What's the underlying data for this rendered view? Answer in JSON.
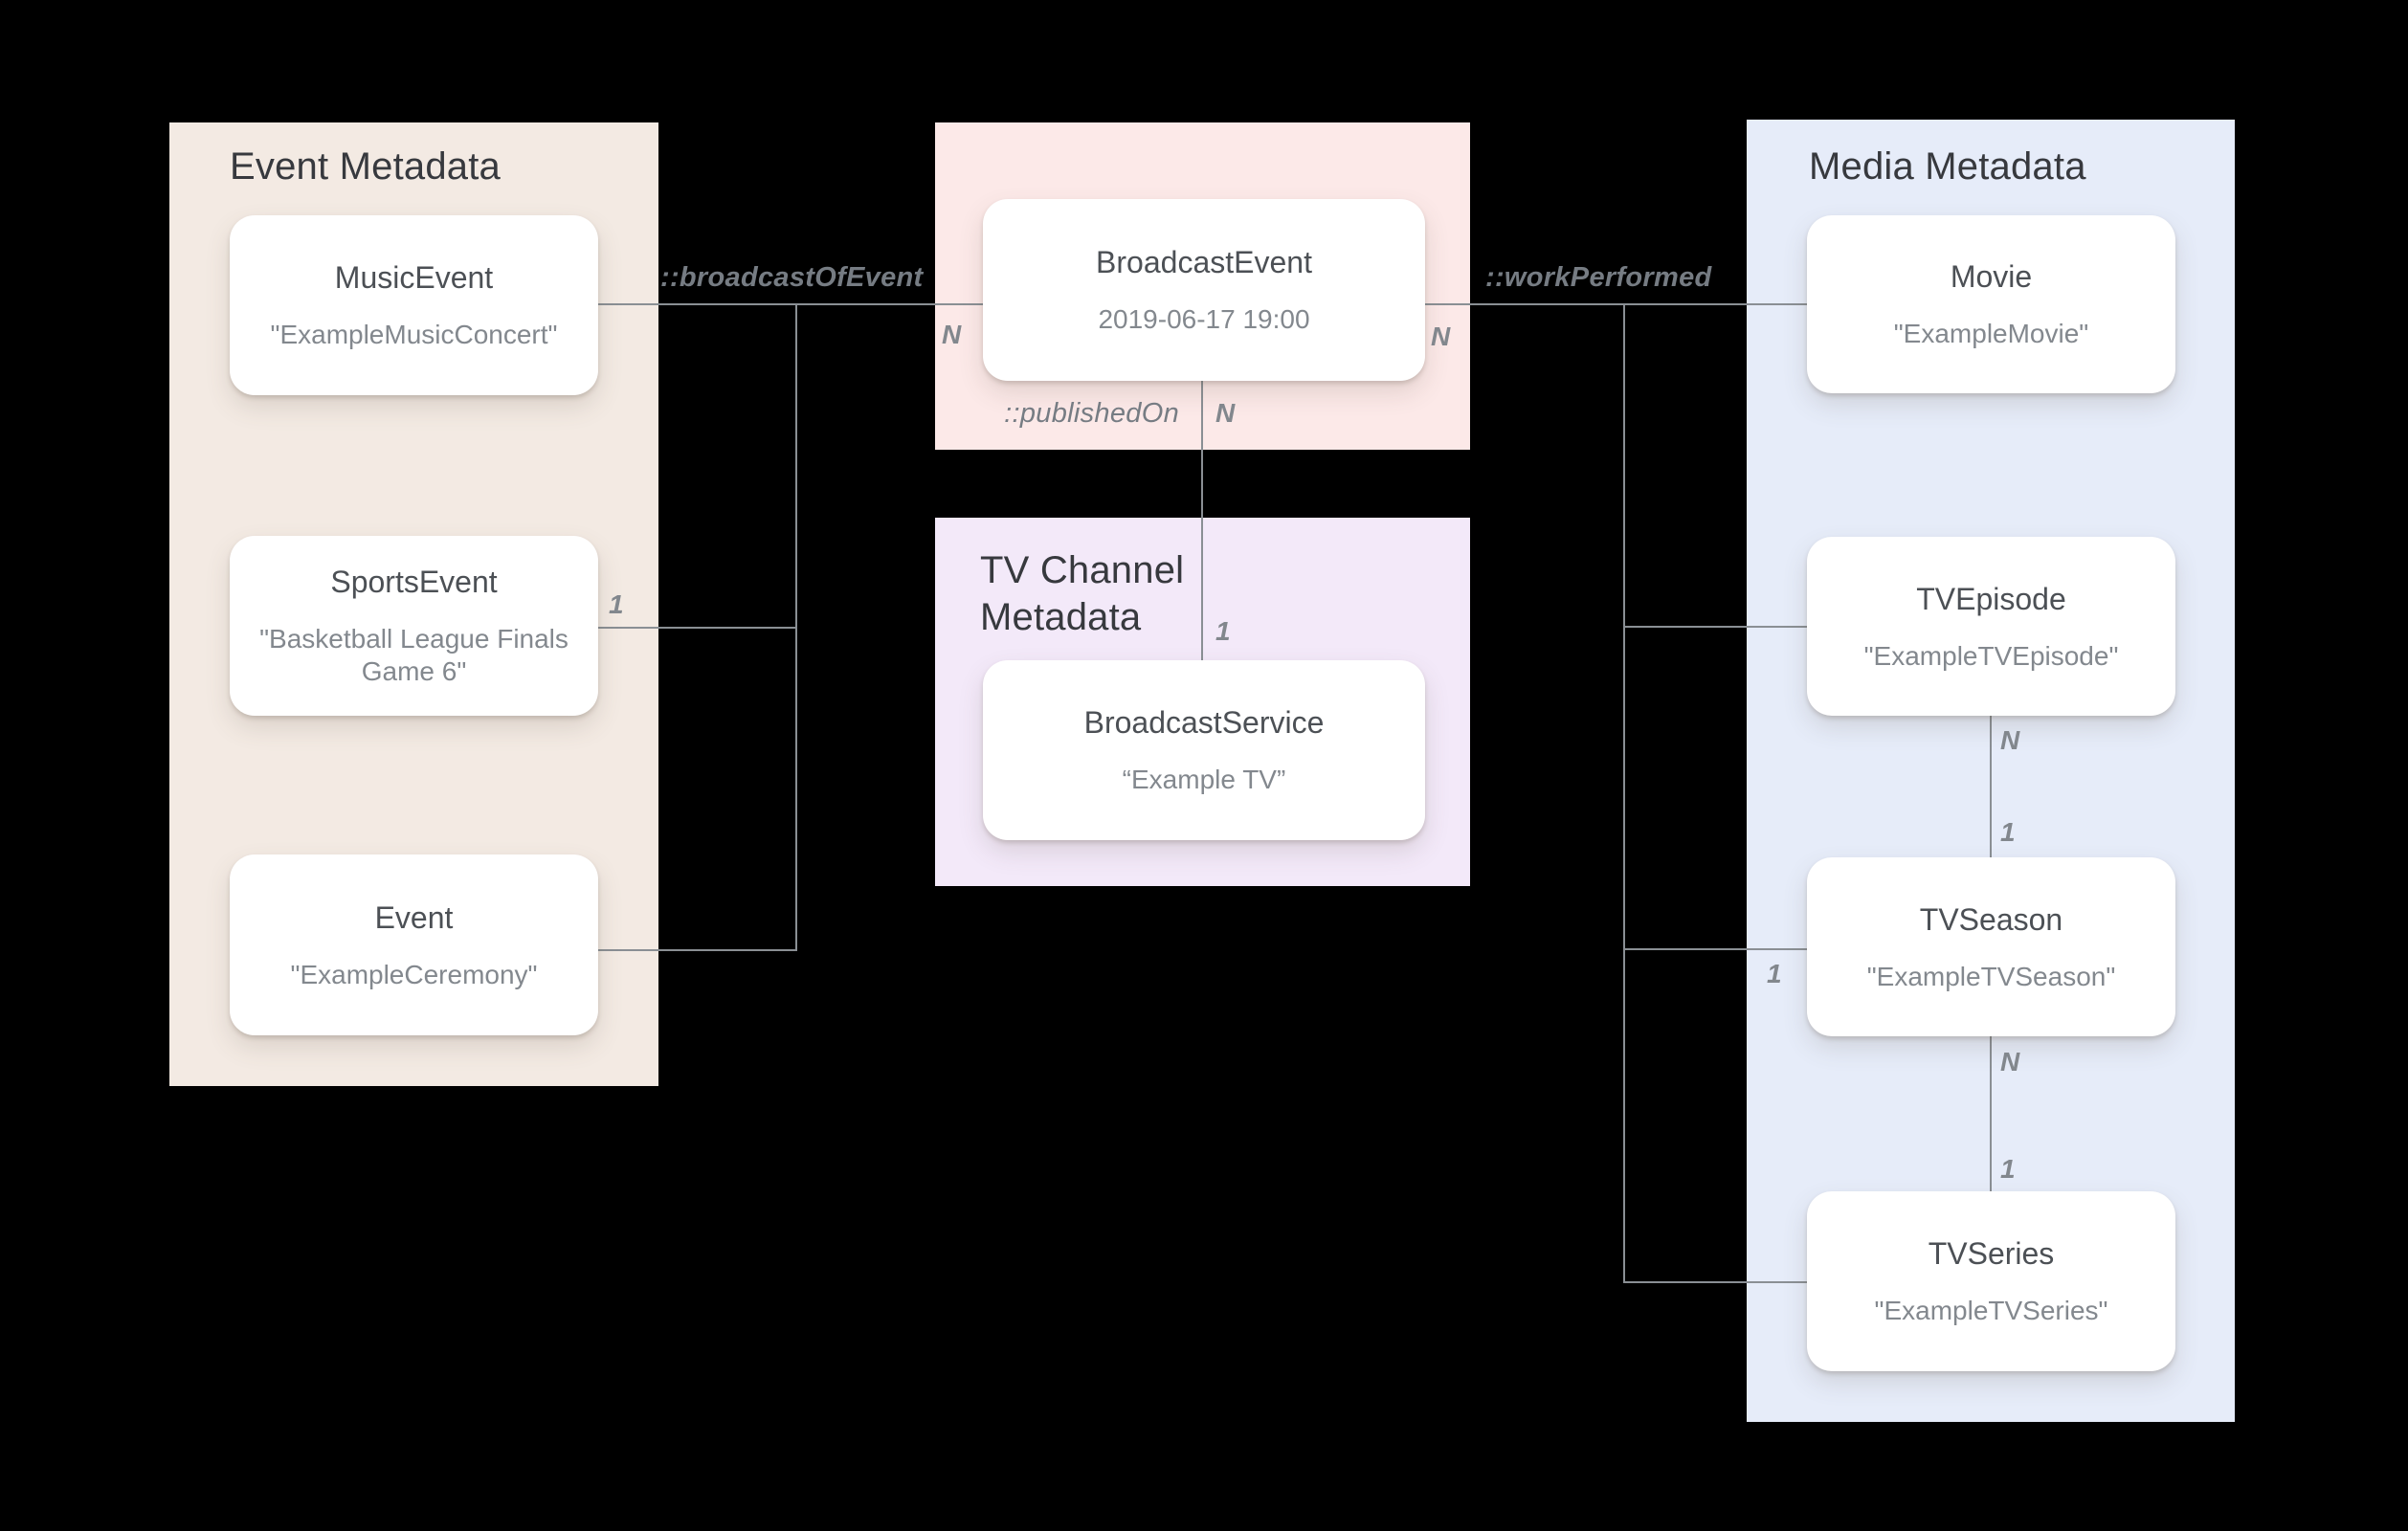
{
  "panels": {
    "event": {
      "title": "Event Metadata",
      "bg": "#F3EAE3"
    },
    "broadcast": {
      "bg": "#FCE9E8"
    },
    "tvchannel": {
      "title": "TV Channel Metadata",
      "bg": "#F3E9F9"
    },
    "media": {
      "title": "Media Metadata",
      "bg": "#E6ECF9"
    }
  },
  "nodes": {
    "musicEvent": {
      "title": "MusicEvent",
      "subtitle": "\"ExampleMusicConcert\""
    },
    "sportsEvent": {
      "title": "SportsEvent",
      "subtitle": "\"Basketball League Finals Game 6\""
    },
    "event": {
      "title": "Event",
      "subtitle": "\"ExampleCeremony\""
    },
    "broadcastEvent": {
      "title": "BroadcastEvent",
      "subtitle": "2019-06-17 19:00"
    },
    "broadcastService": {
      "title": "BroadcastService",
      "subtitle": "“Example TV”"
    },
    "movie": {
      "title": "Movie",
      "subtitle": "\"ExampleMovie\""
    },
    "tvEpisode": {
      "title": "TVEpisode",
      "subtitle": "\"ExampleTVEpisode\""
    },
    "tvSeason": {
      "title": "TVSeason",
      "subtitle": "\"ExampleTVSeason\""
    },
    "tvSeries": {
      "title": "TVSeries",
      "subtitle": "\"ExampleTVSeries\""
    }
  },
  "relations": {
    "broadcastOfEvent": "::broadcastOfEvent",
    "publishedOn": "::publishedOn",
    "workPerformed": "::workPerformed"
  },
  "cardinality": {
    "broadcastLeftN": "N",
    "sportsOne": "1",
    "broadcastRightN": "N",
    "publishedN": "N",
    "publishedOne": "1",
    "episodeSeasonN": "N",
    "episodeSeasonOne": "1",
    "seasonSeriesN": "N",
    "seasonSeriesOne": "1",
    "seasonLeftOne": "1"
  },
  "colors": {
    "background": "#000000",
    "connector": "#8A8F94",
    "header_text": "#37393E",
    "title_text": "#4C5055",
    "subtitle_text": "#83888E",
    "label_text": "#767C83"
  }
}
